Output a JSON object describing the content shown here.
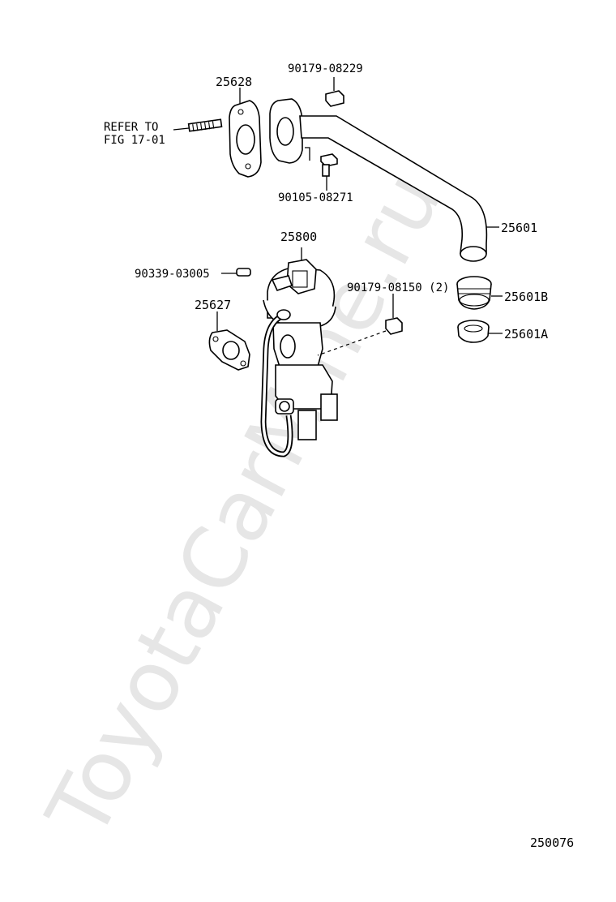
{
  "watermark": "ToyotaCarMine.ru",
  "diagram_id": "250076",
  "callouts": {
    "gasket_upper": "25628",
    "bolt_upper": "90179-08229",
    "refer_line1": "REFER TO",
    "refer_line2": "FIG 17-01",
    "bolt_mid": "90105-08271",
    "pipe": "25601",
    "valve": "25800",
    "plug": "90339-03005",
    "nut": "90179-08150 (2)",
    "gasket_lower": "25627",
    "ring_b": "25601B",
    "ring_a": "25601A"
  }
}
